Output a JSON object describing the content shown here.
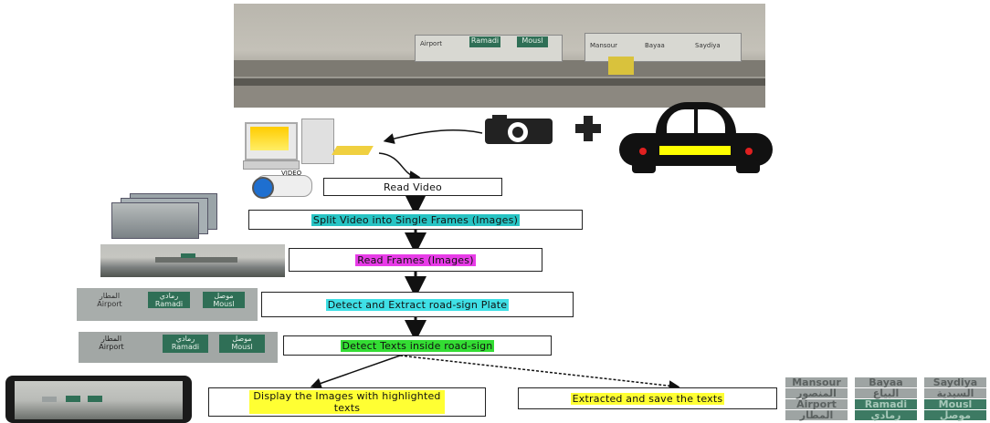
{
  "steps": {
    "read_video": "Read Video",
    "split": "Split Video into Single Frames (Images)",
    "read_frames": "Read Frames (Images)",
    "detect_plate": "Detect and Extract road-sign Plate",
    "detect_texts": "Detect Texts inside road-sign",
    "display": "Display the Images with highlighted texts",
    "extract": "Extracted and save the texts"
  },
  "highlight_colors": {
    "split": "#27c4c4",
    "read_frames": "#e83ce8",
    "detect_plate": "#3fe0e6",
    "detect_texts": "#33dd33",
    "display": "#ffff33",
    "extract": "#ffff33"
  },
  "icons": {
    "video_label": "VIDEO"
  },
  "signs": {
    "airport": "Airport",
    "airport_ar": "المطار",
    "ramadi": "Ramadi",
    "ramadi_ar": "رمادي",
    "mousl": "Mousl",
    "mousl_ar": "موصل",
    "mansour": "Mansour",
    "mansour_ar": "المنصور",
    "bayaa": "Bayaa",
    "bayaa_ar": "البياع",
    "saydiya": "Saydiya",
    "saydiya_ar": "السيدية"
  },
  "extracted_texts": [
    [
      "Mansour",
      "Bayaa",
      "Saydiya"
    ],
    [
      "المنصور",
      "البياع",
      "السيدية"
    ],
    [
      "Airport",
      "Ramadi",
      "Mousl"
    ],
    [
      "المطار",
      "رمادي",
      "موصل"
    ]
  ]
}
